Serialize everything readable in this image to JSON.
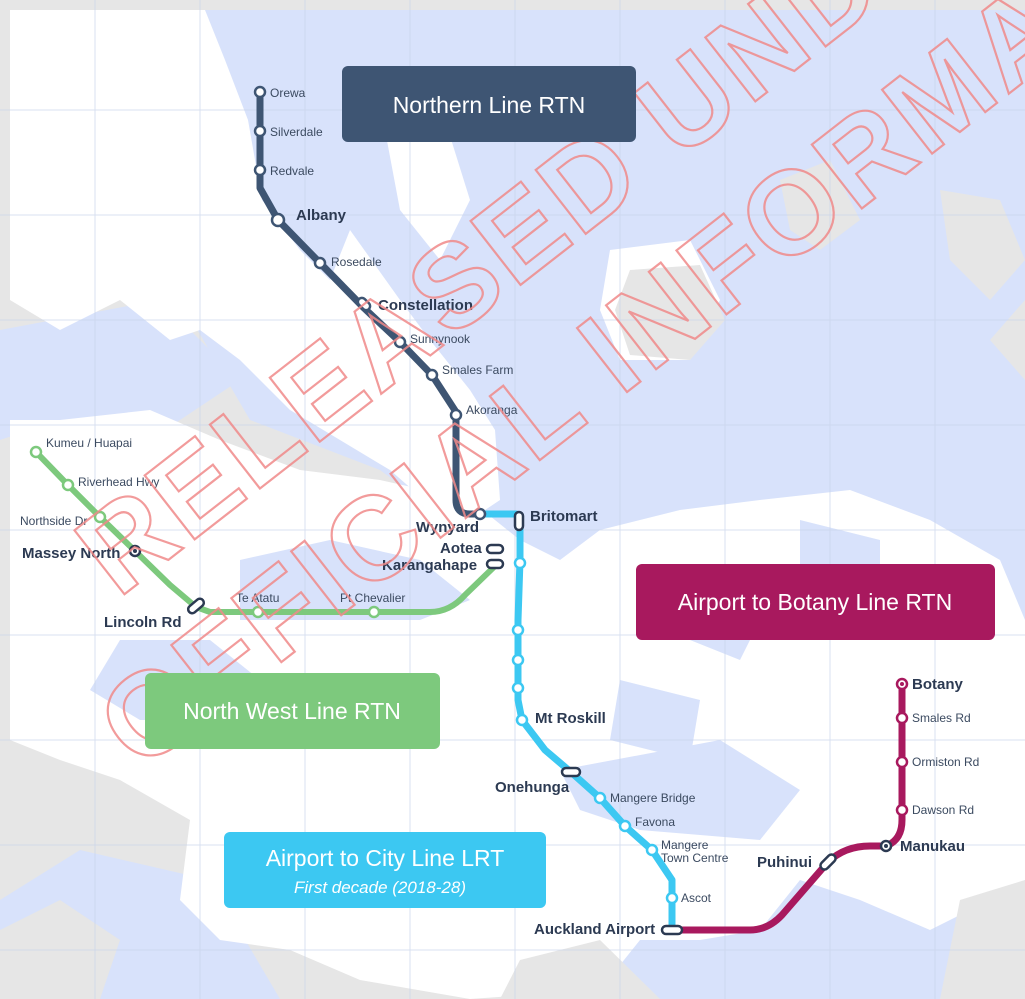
{
  "colors": {
    "water": "#d8e2fb",
    "land": "#ffffff",
    "land_outer": "#e6e6e6",
    "grid": "#c9d4ea",
    "northern": "#3e5573",
    "north_west": "#7dc97d",
    "airport_city": "#3cc8f2",
    "airport_botany": "#a8195e",
    "watermark": "#f08a8a"
  },
  "watermark": {
    "line1": "RELEASED UNDER",
    "line2": "OFFICIAL INFORMATION"
  },
  "boxes": {
    "northern": {
      "title": "Northern Line RTN"
    },
    "north_west": {
      "title": "North West Line RTN"
    },
    "airport_city": {
      "title": "Airport to City Line LRT",
      "subtitle": "First decade (2018-28)"
    },
    "airport_botany": {
      "title": "Airport to Botany Line RTN"
    }
  },
  "stations": {
    "orewa": "Orewa",
    "silverdale": "Silverdale",
    "redvale": "Redvale",
    "albany": "Albany",
    "rosedale": "Rosedale",
    "constellation": "Constellation",
    "sunnynook": "Sunnynook",
    "smales_farm": "Smales Farm",
    "akoranga": "Akoranga",
    "wynyard": "Wynyard",
    "britomart": "Britomart",
    "aotea": "Aotea",
    "karangahape": "Karangahape",
    "kumeu": "Kumeu / Huapai",
    "riverhead": "Riverhead Hwy",
    "northside": "Northside Dr",
    "massey_north": "Massey North",
    "lincoln_rd": "Lincoln Rd",
    "te_atatu": "Te Atatu",
    "pt_chevalier": "Pt Chevalier",
    "mt_roskill": "Mt Roskill",
    "onehunga": "Onehunga",
    "mangere_bridge": "Mangere Bridge",
    "favona": "Favona",
    "mangere_tc_1": "Mangere",
    "mangere_tc_2": "Town Centre",
    "ascot": "Ascot",
    "auckland_airport": "Auckland Airport",
    "puhinui": "Puhinui",
    "manukau": "Manukau",
    "dawson_rd": "Dawson Rd",
    "ormiston_rd": "Ormiston Rd",
    "smales_rd": "Smales Rd",
    "botany": "Botany"
  }
}
